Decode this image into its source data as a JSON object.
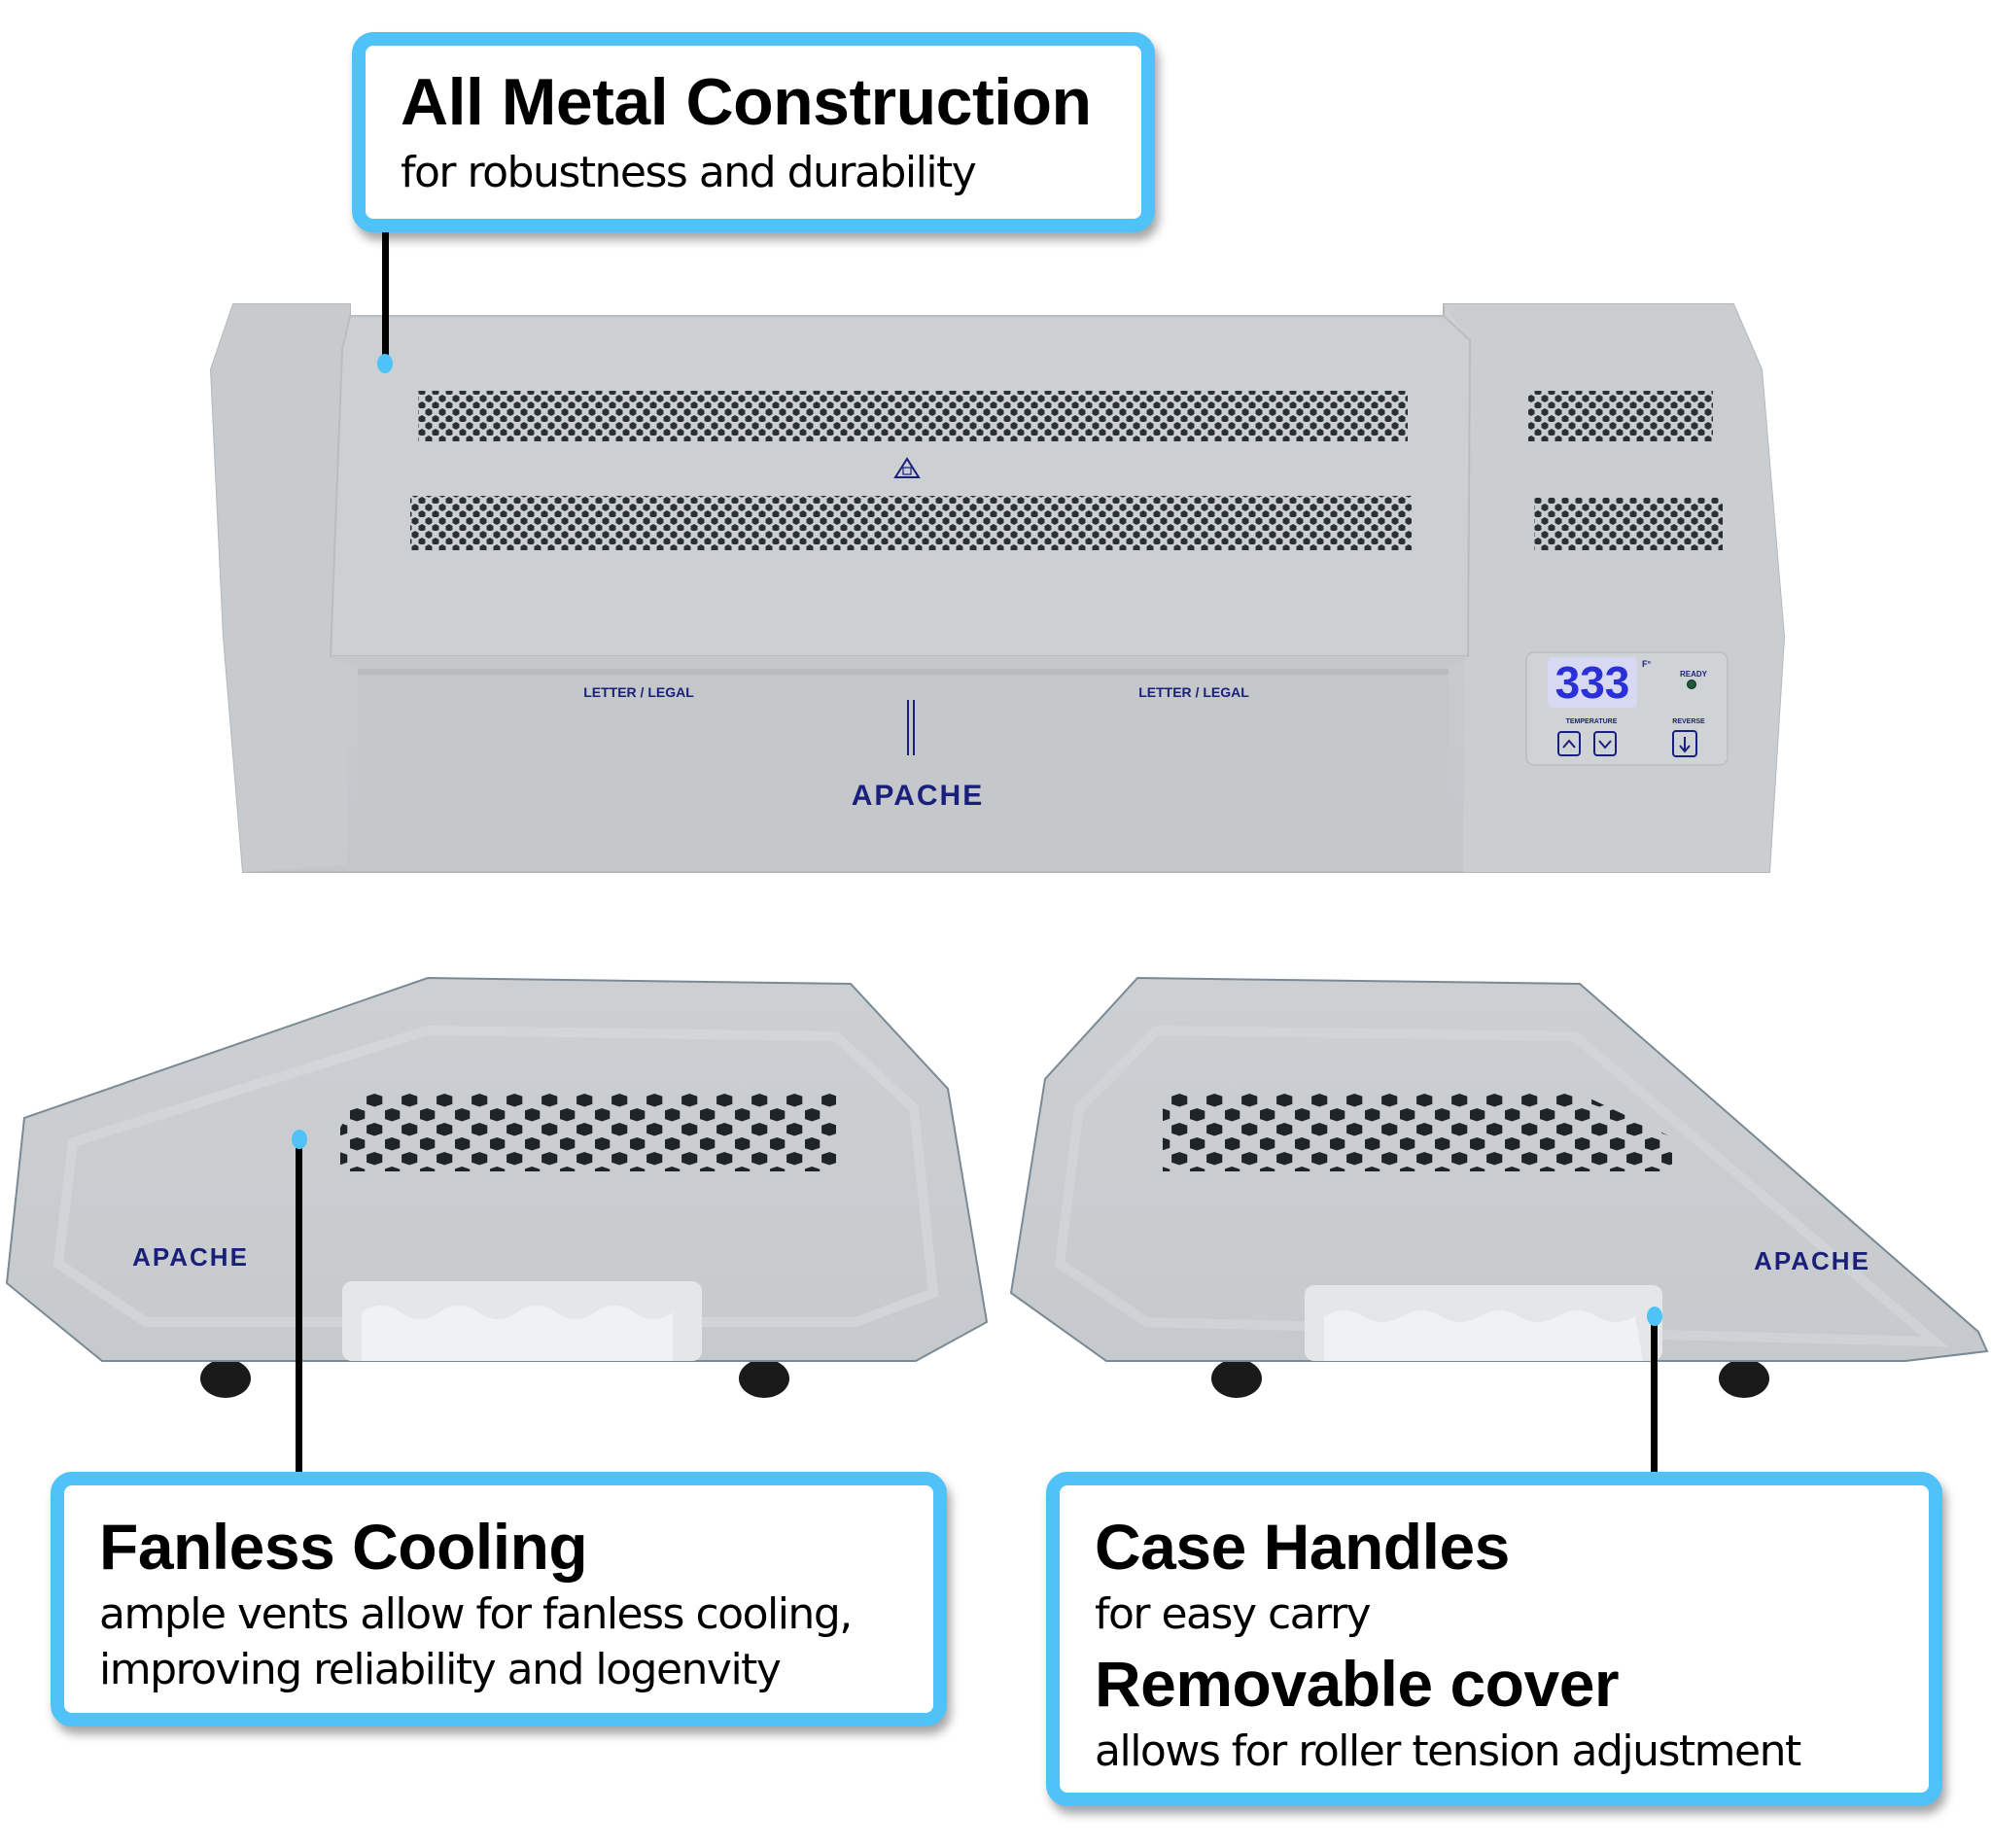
{
  "callouts": {
    "metal": {
      "title": "All Metal Construction",
      "subtitle": "for robustness and durability"
    },
    "cooling": {
      "title": "Fanless Cooling",
      "subtitle_line1": "ample vents allow for fanless cooling,",
      "subtitle_line2": "improving reliability and logenvity"
    },
    "handles": {
      "title": "Case Handles",
      "subtitle": "for easy carry",
      "title2": "Removable cover",
      "subtitle2": "allows for roller tension adjustment"
    }
  },
  "device": {
    "brand": "APACHE",
    "tray_label_left": "LETTER / LEGAL",
    "tray_label_right": "LETTER / LEGAL",
    "control_panel": {
      "temperature_display": "333",
      "temperature_unit": "F°",
      "ready_label": "READY",
      "temperature_label": "TEMPERATURE",
      "reverse_label": "REVERSE",
      "ready_led_color": "#1f5a3a"
    },
    "side_left_brand": "APACHE",
    "side_right_brand": "APACHE"
  },
  "colors": {
    "accent": "#4fc3f7",
    "brand_blue": "#1a1f7a",
    "body_gray": "#c9cdd0"
  }
}
